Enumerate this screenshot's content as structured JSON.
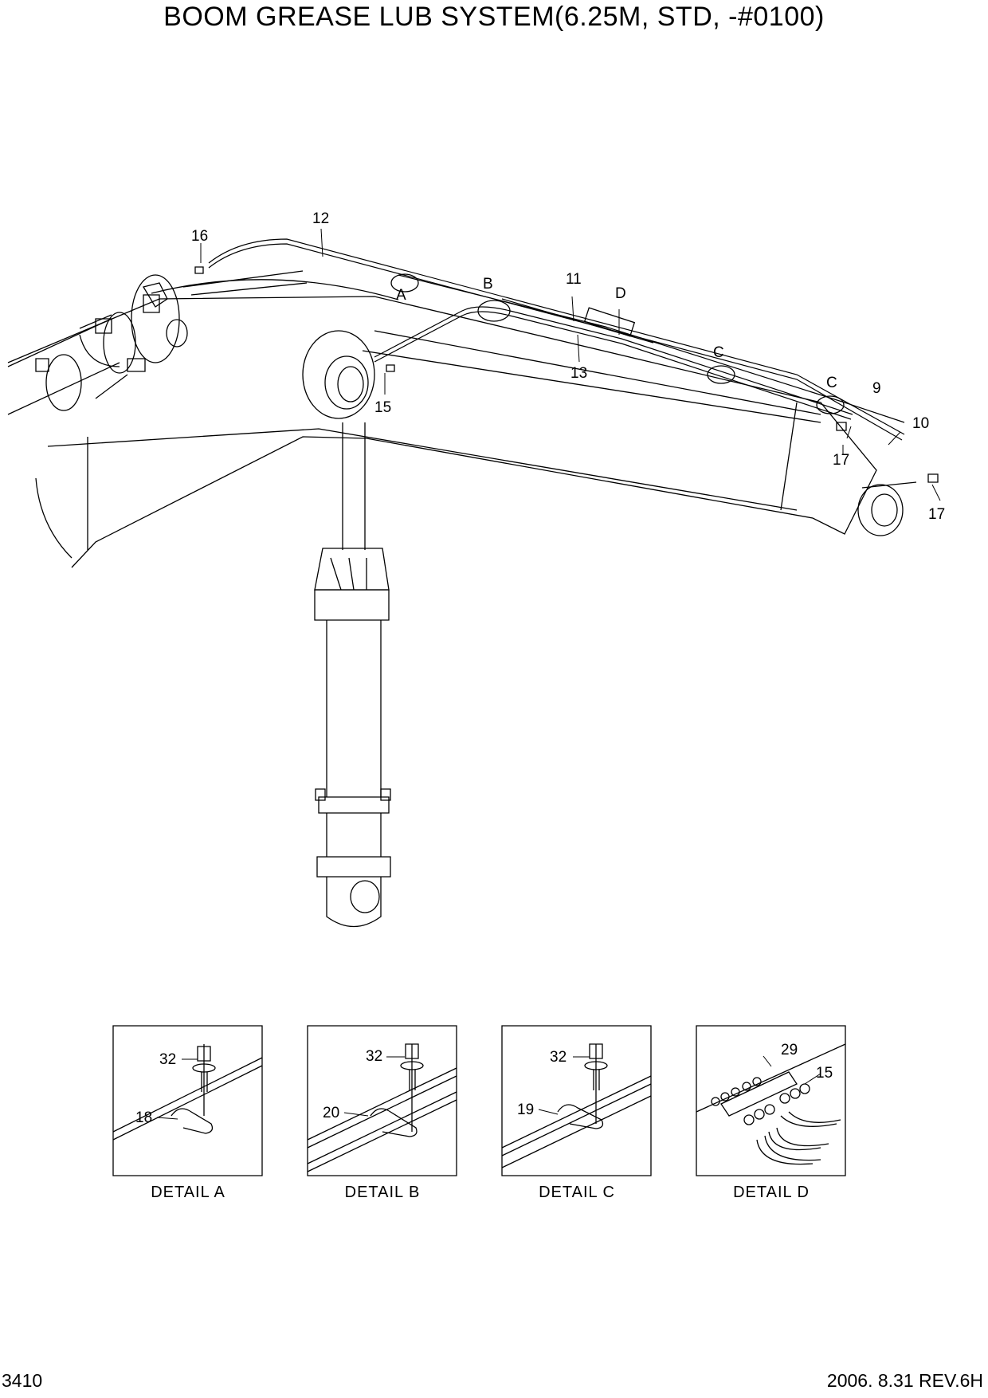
{
  "title": "BOOM GREASE LUB SYSTEM(6.25M, STD, -#0100)",
  "main_callouts": {
    "c12": "12",
    "c16": "16",
    "cA": "A",
    "cB": "B",
    "c11": "11",
    "cD": "D",
    "c13": "13",
    "c15": "15",
    "cC1": "C",
    "cC2": "C",
    "c9": "9",
    "c10": "10",
    "c17a": "17",
    "c17b": "17"
  },
  "details": [
    {
      "label": "DETAIL  A",
      "callouts": [
        "32",
        "18"
      ]
    },
    {
      "label": "DETAIL  B",
      "callouts": [
        "32",
        "20"
      ]
    },
    {
      "label": "DETAIL  C",
      "callouts": [
        "32",
        "19"
      ]
    },
    {
      "label": "DETAIL  D",
      "callouts": [
        "29",
        "15"
      ]
    }
  ],
  "footer": {
    "page_number": "3410",
    "revision": "2006. 8.31  REV.6H"
  }
}
